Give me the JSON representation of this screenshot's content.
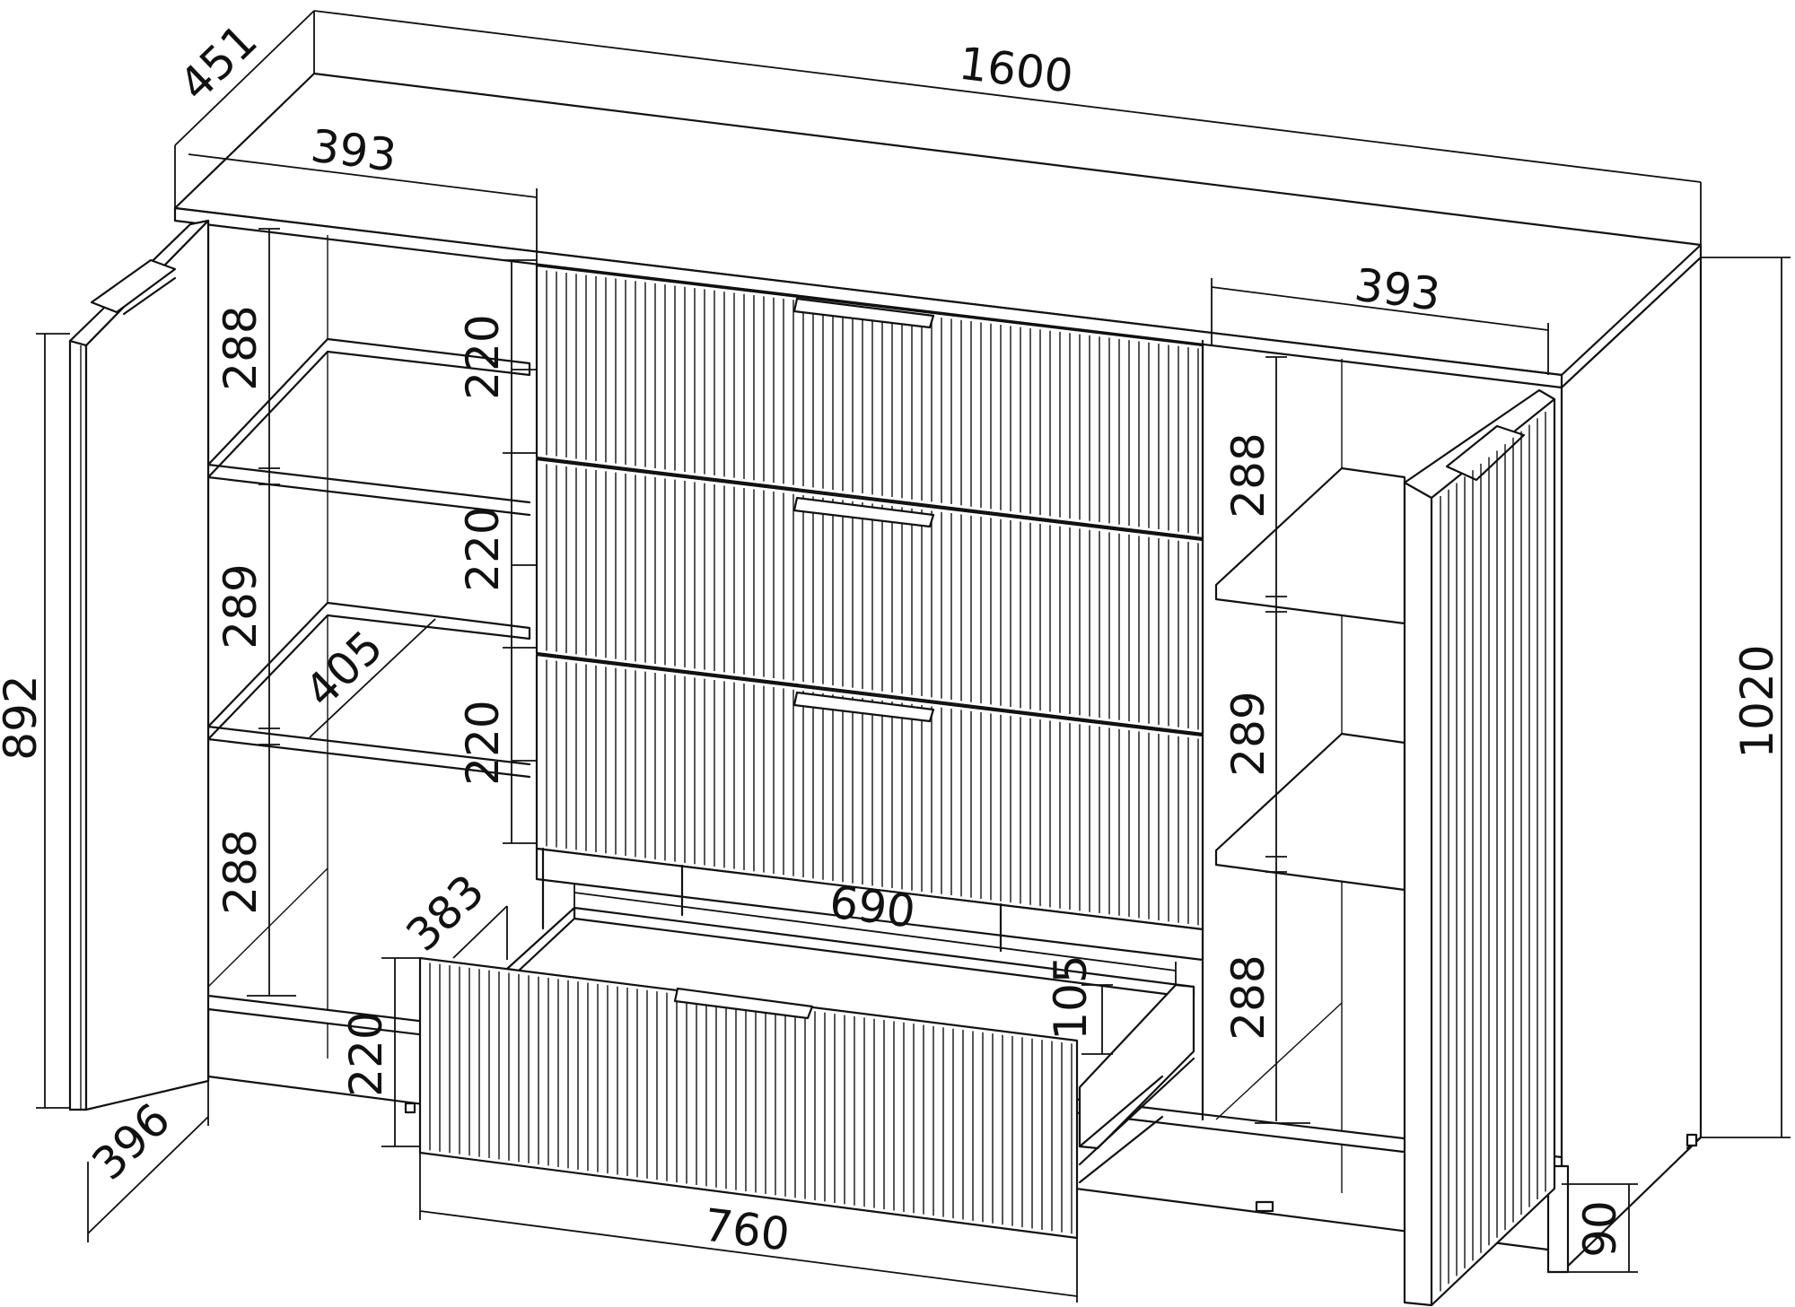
{
  "dimensions": {
    "depth_total": "451",
    "width_total": "1600",
    "height_total": "1020",
    "door_height": "892",
    "left_section_width": "393",
    "right_section_width": "393",
    "left_shelf_1": "288",
    "left_shelf_2": "289",
    "left_shelf_3": "288",
    "right_shelf_1": "288",
    "right_shelf_2": "289",
    "right_shelf_3": "288",
    "drawer_1": "220",
    "drawer_2": "220",
    "drawer_3": "220",
    "drawer_4": "220",
    "shelf_depth": "405",
    "drawer_depth": "383",
    "drawer_inner_width": "690",
    "drawer_front_width": "760",
    "drawer_inner_height": "105",
    "door_width": "396",
    "leg_height": "90"
  },
  "colors": {
    "line": "#111111",
    "background": "#ffffff"
  }
}
